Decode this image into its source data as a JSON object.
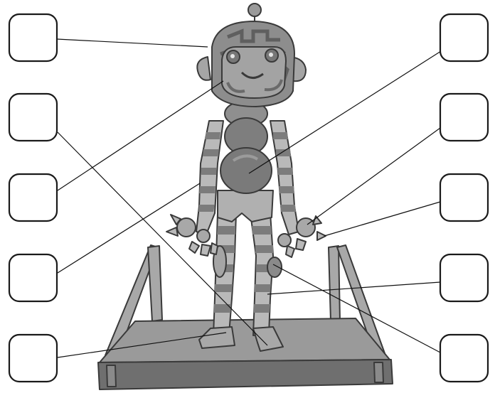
{
  "diagram": {
    "labels_left": [
      {
        "id": "head",
        "text": ""
      },
      {
        "id": "face",
        "text": ""
      },
      {
        "id": "foot",
        "text": ""
      },
      {
        "id": "arm",
        "text": ""
      },
      {
        "id": "platform",
        "text": ""
      }
    ],
    "labels_right": [
      {
        "id": "chest",
        "text": ""
      },
      {
        "id": "hand",
        "text": ""
      },
      {
        "id": "fingers",
        "text": ""
      },
      {
        "id": "leg",
        "text": ""
      },
      {
        "id": "knee",
        "text": ""
      }
    ],
    "colors": {
      "outline": "#3a3a3a",
      "body_light": "#b9b9b9",
      "body_mid": "#999999",
      "body_dark": "#7c7c7c",
      "platform_top": "#9a9a9a",
      "platform_side": "#6f6f6f"
    }
  }
}
